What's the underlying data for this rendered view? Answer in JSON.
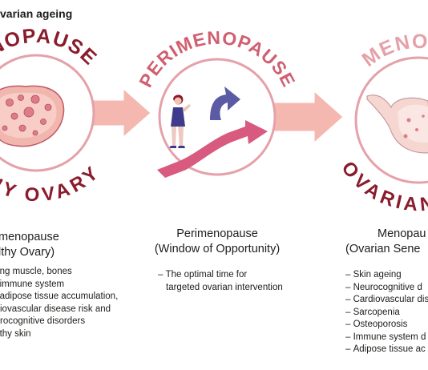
{
  "title": "varian ageing",
  "stages": [
    {
      "arc_top": "ENOPAUSE",
      "arc_bottom": "THY OVARY",
      "heading_line1": "menopause",
      "heading_line2": "lthy Ovary)",
      "bullets": [
        "ng muscle, bones",
        "immune system",
        "adipose tissue accumulation,",
        "iovascular disease risk and",
        "rocognitive disorders",
        "thy skin"
      ]
    },
    {
      "arc_top": "PERIMENOPAUSE",
      "heading_line1": "Perimenopause",
      "heading_line2": "(Window of Opportunity)",
      "bullets": [
        "The optimal time for",
        "targeted ovarian intervention"
      ]
    },
    {
      "arc_top": "MENOPAU",
      "arc_bottom": "OVARIAN SENE",
      "heading_line1": "Menopau",
      "heading_line2": "(Ovarian Sene",
      "bullets": [
        "Skin ageing",
        "Neurocognitive d",
        "Cardiovascular dis",
        "Sarcopenia",
        "Osteoporosis",
        "Immune system d",
        "Adipose tissue ac"
      ]
    }
  ],
  "colors": {
    "dark_red": "#8a1c2c",
    "rose": "#d05f70",
    "light_rose": "#e5a1a9",
    "pink": "#d85a7e",
    "blush": "#f4c9c2",
    "arrow_fill": "#f4b8b0",
    "indigo": "#5b5aa4",
    "text": "#1d1d1b"
  }
}
